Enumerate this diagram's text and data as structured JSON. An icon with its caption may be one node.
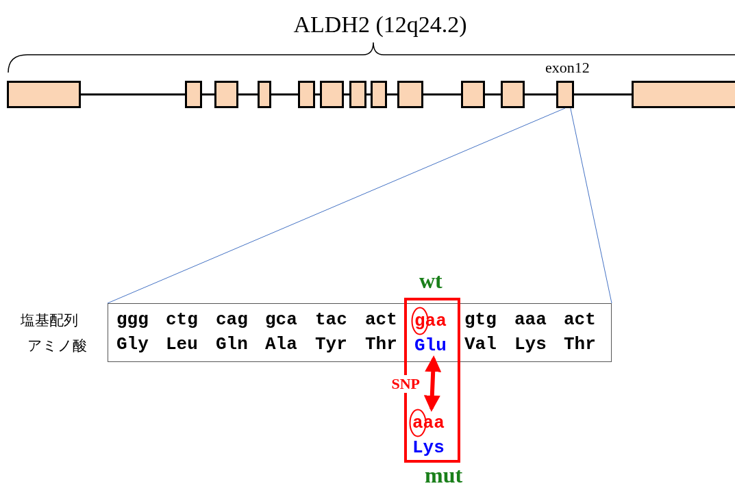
{
  "diagram": {
    "title": "ALDH2 (12q24.2)",
    "nodes": [
      {
        "text": [],
        "shape": "box"
      },
      {
        "text": [],
        "shape": "box"
      },
      {
        "text": [],
        "shape": "box"
      },
      {
        "text": [],
        "shape": "box"
      },
      {
        "text": [],
        "shape": "box"
      },
      {
        "text": [],
        "shape": "box"
      },
      {
        "text": [],
        "shape": "box"
      },
      {
        "text": [],
        "shape": "box"
      },
      {
        "text": [],
        "shape": "box"
      },
      {
        "text": [],
        "shape": "box"
      },
      {
        "text": [],
        "shape": "box"
      },
      {
        "text": [],
        "shape": "box",
        "beside": [
          "exon12"
        ]
      },
      {
        "text": [],
        "shape": "box"
      },
      {
        "text": [],
        "shape": "box"
      },
      {
        "text": [
          "gaa",
          "Glu"
        ],
        "in": 13
      },
      {
        "text": [
          "aaa",
          "Lys"
        ]
      }
    ],
    "edges": [
      {
        "from": 0,
        "to": 1,
        "arrow": "none"
      },
      {
        "from": 1,
        "to": 2,
        "arrow": "none"
      },
      {
        "from": 2,
        "to": 3,
        "arrow": "none"
      },
      {
        "from": 3,
        "to": 4,
        "arrow": "none"
      },
      {
        "from": 4,
        "to": 5,
        "arrow": "none"
      },
      {
        "from": 5,
        "to": 6,
        "arrow": "none"
      },
      {
        "from": 6,
        "to": 7,
        "arrow": "none"
      },
      {
        "from": 7,
        "to": 8,
        "arrow": "none"
      },
      {
        "from": 8,
        "to": 9,
        "arrow": "none"
      },
      {
        "from": 9,
        "to": 10,
        "arrow": "none"
      },
      {
        "from": 10,
        "to": 11,
        "arrow": "none"
      },
      {
        "from": 11,
        "to": 12,
        "arrow": "none"
      },
      {
        "from": 11,
        "to": 13,
        "arrow": "none",
        "color": "#4472c4"
      },
      {
        "from": 11,
        "to": 13,
        "arrow": "none",
        "color": "#4472c4"
      },
      {
        "from": 14,
        "to": 15,
        "arrow": "both",
        "label": "SNP",
        "style": "thick",
        "color": "#ff0000"
      }
    ],
    "labels": [
      "wt",
      "塩基配列",
      "ggg",
      "ctg",
      "cag",
      "gca",
      "tac",
      "act",
      "gtg",
      "aaa",
      "act",
      "アミノ酸",
      "Gly",
      "Leu",
      "Gln",
      "Ala",
      "Tyr",
      "Thr",
      "Val",
      "Lys",
      "Thr",
      "mut"
    ]
  }
}
